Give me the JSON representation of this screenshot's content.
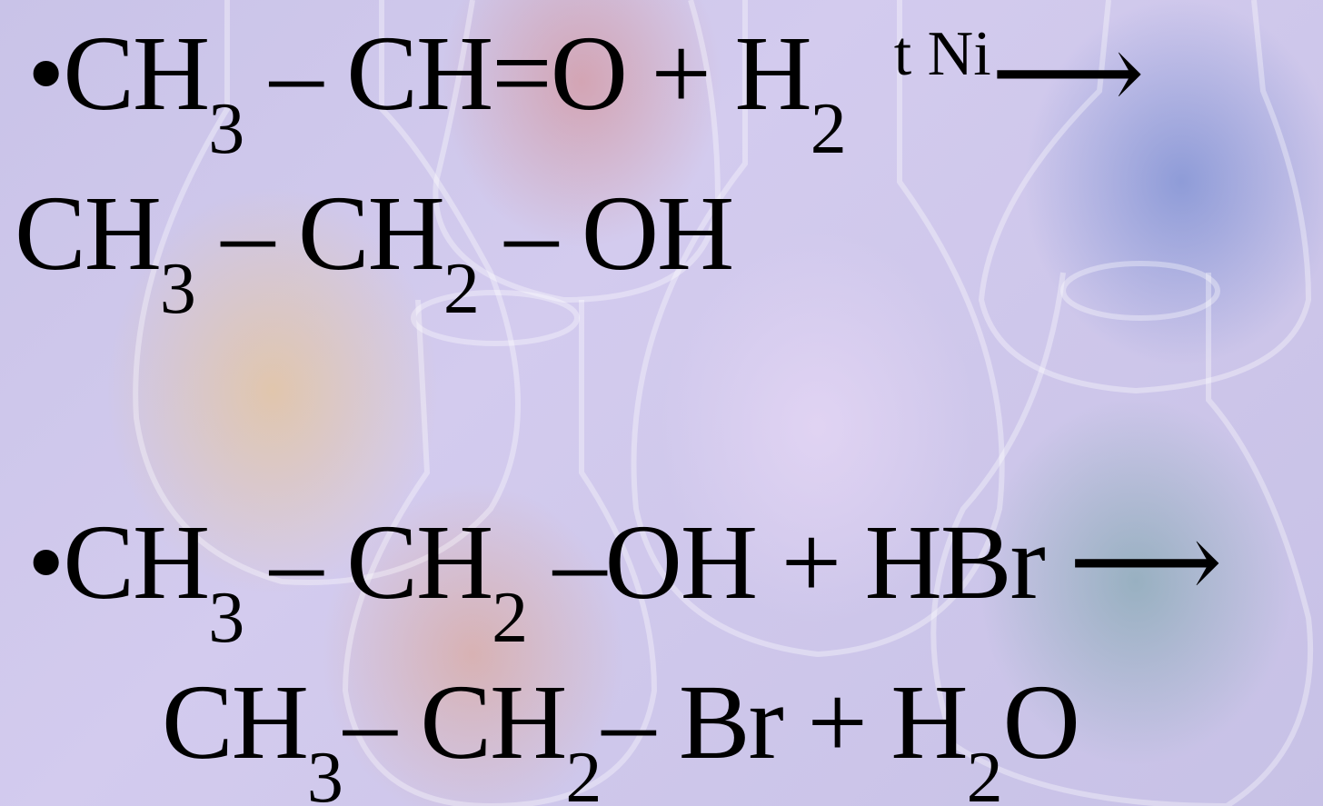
{
  "slide": {
    "reaction_1": {
      "line_a": {
        "bullet": "•",
        "p1": "CH",
        "s1": "3",
        "p2": " – CH=O + H",
        "s2": "2",
        "condition": "t Ni",
        "arrow": "⟶"
      },
      "line_b": {
        "p1": "CH",
        "s1": "3",
        "p2": " – CH",
        "s2": "2",
        "p3": "  – OH"
      }
    },
    "reaction_2": {
      "line_a": {
        "bullet": "•",
        "p1": "CH",
        "s1": "3",
        "p2": " – CH",
        "s2": "2",
        "p3": " –OH + HBr ",
        "arrow": "⟶"
      },
      "line_b": {
        "p1": "CH",
        "s1": "3",
        "p2": "– CH",
        "s2": "2",
        "p3": "– Br + H",
        "s3": "2",
        "p4": "O"
      }
    }
  },
  "background": {
    "description_icon": "flasks-background-image",
    "base_color": "#cbc4ea"
  }
}
